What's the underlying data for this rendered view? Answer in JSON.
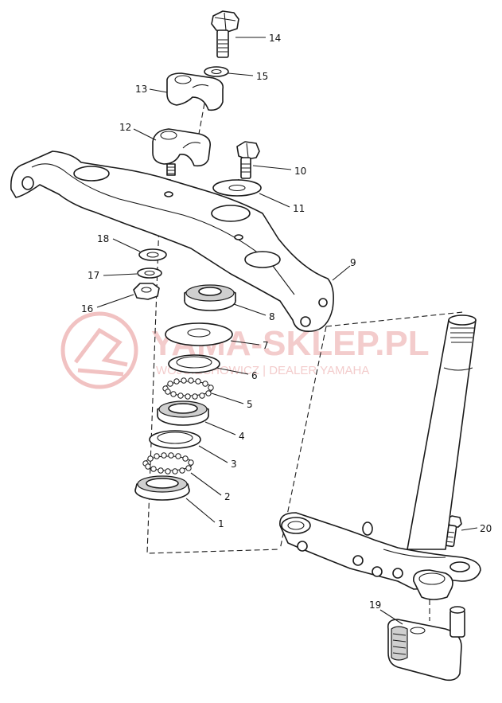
{
  "watermark": {
    "brand": "YAMA-SKLEP.PL",
    "subline": "WOJCIECHOWICZ | DEALER YAMAHA",
    "color": "#f0bcbc"
  },
  "callouts": [
    {
      "id": "c1",
      "label": "1"
    },
    {
      "id": "c2",
      "label": "2"
    },
    {
      "id": "c3",
      "label": "3"
    },
    {
      "id": "c4",
      "label": "4"
    },
    {
      "id": "c5",
      "label": "5"
    },
    {
      "id": "c6",
      "label": "6"
    },
    {
      "id": "c7",
      "label": "7"
    },
    {
      "id": "c8",
      "label": "8"
    },
    {
      "id": "c9",
      "label": "9"
    },
    {
      "id": "c10",
      "label": "10"
    },
    {
      "id": "c11",
      "label": "11"
    },
    {
      "id": "c12",
      "label": "12"
    },
    {
      "id": "c13",
      "label": "13"
    },
    {
      "id": "c14",
      "label": "14"
    },
    {
      "id": "c15",
      "label": "15"
    },
    {
      "id": "c16",
      "label": "16"
    },
    {
      "id": "c17",
      "label": "17"
    },
    {
      "id": "c18",
      "label": "18"
    },
    {
      "id": "c19",
      "label": "19"
    },
    {
      "id": "c20",
      "label": "20"
    }
  ]
}
